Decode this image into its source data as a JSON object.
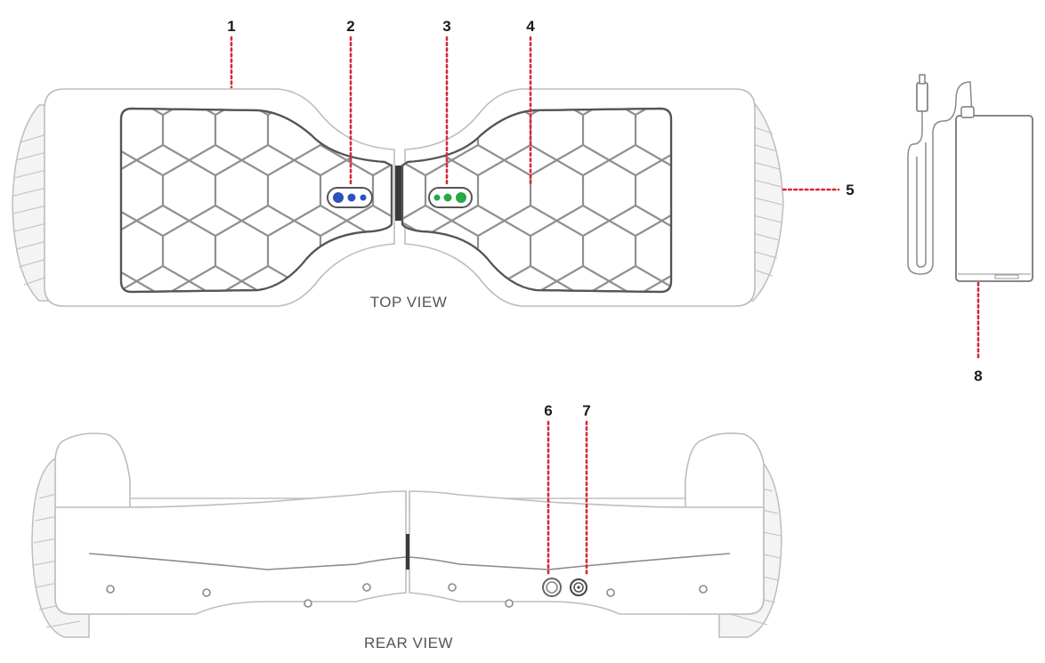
{
  "views": {
    "top": "TOP VIEW",
    "rear": "REAR VIEW"
  },
  "callouts": [
    {
      "id": "1",
      "label": "1"
    },
    {
      "id": "2",
      "label": "2"
    },
    {
      "id": "3",
      "label": "3"
    },
    {
      "id": "4",
      "label": "4"
    },
    {
      "id": "5",
      "label": "5"
    },
    {
      "id": "6",
      "label": "6"
    },
    {
      "id": "7",
      "label": "7"
    },
    {
      "id": "8",
      "label": "8"
    }
  ],
  "colors": {
    "leader": "#d6283a",
    "indicator_left": "#2f4fbf",
    "indicator_right": "#27a844",
    "outline": "#bdbdbd",
    "text": "#1a1a1a"
  }
}
